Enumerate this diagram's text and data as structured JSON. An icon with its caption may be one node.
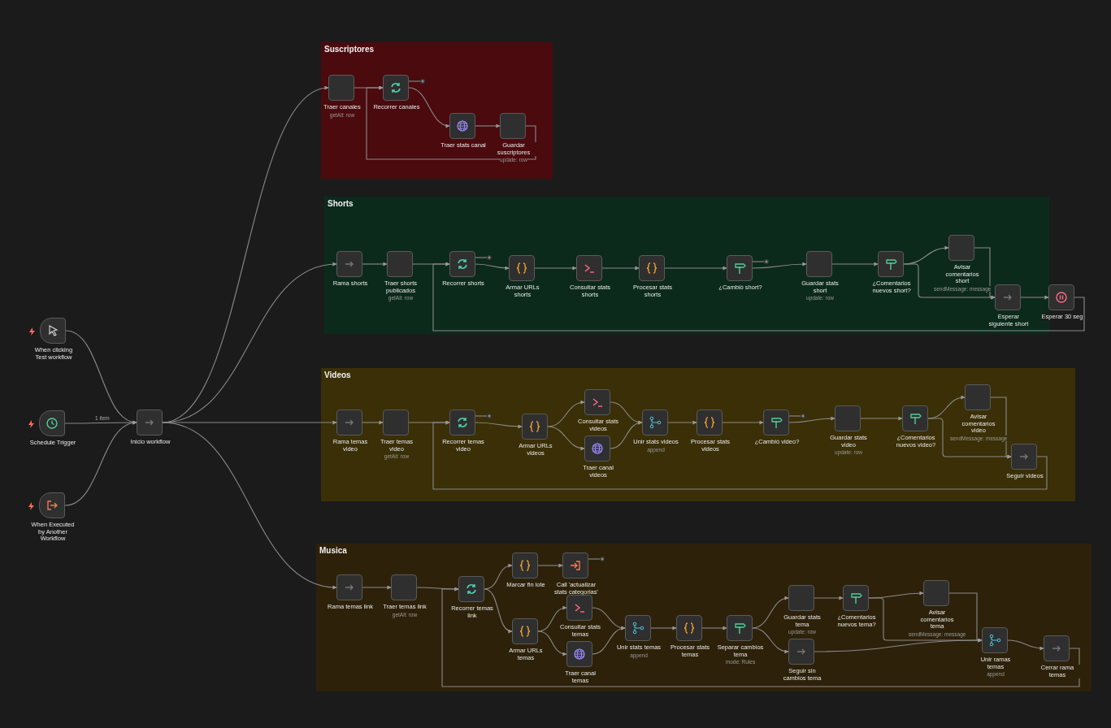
{
  "diagram": {
    "nodes": [
      {
        "text": [
          "Suscriptores"
        ]
      },
      {
        "text": [
          "Shorts"
        ]
      },
      {
        "text": [
          "Videos"
        ]
      },
      {
        "text": [
          "Musica"
        ]
      },
      {
        "text": [
          "When clicking Test workflow"
        ]
      },
      {
        "text": [
          "Schedule Trigger"
        ]
      },
      {
        "text": [
          "When Executed by Another Workflow"
        ]
      },
      {
        "text": [
          "Inicio workflow"
        ]
      },
      {
        "text": [
          "Traer canales",
          "getAll: row"
        ],
        "in": 0
      },
      {
        "text": [
          "Recorrer canales"
        ],
        "in": 0
      },
      {
        "text": [
          "Traer stats canal"
        ],
        "in": 0
      },
      {
        "text": [
          "Guardar suscriptores",
          "update: row"
        ],
        "in": 0
      },
      {
        "text": [
          "Rama shorts"
        ],
        "in": 1
      },
      {
        "text": [
          "Traer shorts publicados",
          "getAll: row"
        ],
        "in": 1
      },
      {
        "text": [
          "Recorrer shorts"
        ],
        "in": 1
      },
      {
        "text": [
          "Armar URLs shorts"
        ],
        "in": 1
      },
      {
        "text": [
          "Consultar stats shorts"
        ],
        "in": 1
      },
      {
        "text": [
          "Procesar stats shorts"
        ],
        "in": 1
      },
      {
        "text": [
          "¿Cambió short?"
        ],
        "in": 1
      },
      {
        "text": [
          "Guardar stats short",
          "update: row"
        ],
        "in": 1
      },
      {
        "text": [
          "¿Comentarios nuevos short?"
        ],
        "in": 1
      },
      {
        "text": [
          "Avisar comentarios short",
          "sendMessage: message"
        ],
        "in": 1
      },
      {
        "text": [
          "Esperar siguiente short"
        ],
        "in": 1
      },
      {
        "text": [
          "Esperar 30 seg"
        ]
      },
      {
        "text": [
          "Rama temas video"
        ],
        "in": 2
      },
      {
        "text": [
          "Traer temas video",
          "getAll: row"
        ],
        "in": 2
      },
      {
        "text": [
          "Recorrer temas video"
        ],
        "in": 2
      },
      {
        "text": [
          "Armar URLs videos"
        ],
        "in": 2
      },
      {
        "text": [
          "Consultar stats videos"
        ],
        "in": 2
      },
      {
        "text": [
          "Traer canal videos"
        ],
        "in": 2
      },
      {
        "text": [
          "Unir stats videos",
          "append"
        ],
        "in": 2
      },
      {
        "text": [
          "Procesar stats videos"
        ],
        "in": 2
      },
      {
        "text": [
          "¿Cambió video?"
        ],
        "in": 2
      },
      {
        "text": [
          "Guardar stats video",
          "update: row"
        ],
        "in": 2
      },
      {
        "text": [
          "¿Comentarios nuevos video?"
        ],
        "in": 2
      },
      {
        "text": [
          "Avisar comentarios video",
          "sendMessage: message"
        ],
        "in": 2
      },
      {
        "text": [
          "Seguir videos"
        ],
        "in": 2
      },
      {
        "text": [
          "Rama temas link"
        ],
        "in": 3
      },
      {
        "text": [
          "Traer temas link",
          "getAll: row"
        ],
        "in": 3
      },
      {
        "text": [
          "Recorrer temas link"
        ],
        "in": 3
      },
      {
        "text": [
          "Marcar fin lote"
        ],
        "in": 3
      },
      {
        "text": [
          "Call 'actualizar stats categorias'"
        ],
        "in": 3
      },
      {
        "text": [
          "Armar URLs temas"
        ],
        "in": 3
      },
      {
        "text": [
          "Consultar stats temas"
        ],
        "in": 3
      },
      {
        "text": [
          "Traer canal temas"
        ],
        "in": 3
      },
      {
        "text": [
          "Unir stats temas",
          "append"
        ],
        "in": 3
      },
      {
        "text": [
          "Procesar stats temas"
        ],
        "in": 3
      },
      {
        "text": [
          "Separar cambios tema",
          "mode: Rules"
        ],
        "in": 3
      },
      {
        "text": [
          "Guardar stats tema",
          "update: row"
        ],
        "in": 3
      },
      {
        "text": [
          "¿Comentarios nuevos tema?"
        ],
        "in": 3
      },
      {
        "text": [
          "Avisar comentarios tema",
          "sendMessage: message"
        ],
        "in": 3
      },
      {
        "text": [
          "Seguir sin cambios tema"
        ],
        "in": 3
      },
      {
        "text": [
          "Unir ramas temas",
          "append"
        ],
        "in": 3
      },
      {
        "text": [
          "Cerrar rama temas"
        ],
        "in": 3
      }
    ],
    "edges": [
      {
        "from": 4,
        "to": 7,
        "arrow": "to"
      },
      {
        "from": 5,
        "to": 7,
        "arrow": "to",
        "label": "1 item"
      },
      {
        "from": 6,
        "to": 7,
        "arrow": "to"
      },
      {
        "from": 7,
        "to": 8,
        "arrow": "to"
      },
      {
        "from": 7,
        "to": 12,
        "arrow": "to"
      },
      {
        "from": 7,
        "to": 24,
        "arrow": "to"
      },
      {
        "from": 7,
        "to": 37,
        "arrow": "to"
      },
      {
        "from": 8,
        "to": 9,
        "arrow": "to"
      },
      {
        "from": 9,
        "to": 10,
        "arrow": "to"
      },
      {
        "from": 10,
        "to": 11,
        "arrow": "to"
      },
      {
        "from": 11,
        "to": 9,
        "arrow": "to"
      },
      {
        "from": 9,
        "to": null,
        "arrow": "none"
      },
      {
        "from": 12,
        "to": 13,
        "arrow": "to"
      },
      {
        "from": 13,
        "to": 14,
        "arrow": "to"
      },
      {
        "from": 14,
        "to": 15,
        "arrow": "to"
      },
      {
        "from": 15,
        "to": 16,
        "arrow": "to"
      },
      {
        "from": 16,
        "to": 17,
        "arrow": "to"
      },
      {
        "from": 17,
        "to": 18,
        "arrow": "to"
      },
      {
        "from": 18,
        "to": 19,
        "arrow": "to"
      },
      {
        "from": 19,
        "to": 20,
        "arrow": "to"
      },
      {
        "from": 20,
        "to": 21,
        "arrow": "to"
      },
      {
        "from": 20,
        "to": 22,
        "arrow": "to"
      },
      {
        "from": 21,
        "to": 22,
        "arrow": "to"
      },
      {
        "from": 22,
        "to": 23,
        "arrow": "to"
      },
      {
        "from": 23,
        "to": 14,
        "arrow": "to"
      },
      {
        "from": 14,
        "to": null,
        "arrow": "none"
      },
      {
        "from": 18,
        "to": null,
        "arrow": "none"
      },
      {
        "from": 24,
        "to": 25,
        "arrow": "to"
      },
      {
        "from": 25,
        "to": 26,
        "arrow": "to"
      },
      {
        "from": 26,
        "to": 27,
        "arrow": "to"
      },
      {
        "from": 27,
        "to": 28,
        "arrow": "to"
      },
      {
        "from": 27,
        "to": 29,
        "arrow": "to"
      },
      {
        "from": 28,
        "to": 30,
        "arrow": "to"
      },
      {
        "from": 29,
        "to": 30,
        "arrow": "to"
      },
      {
        "from": 30,
        "to": 31,
        "arrow": "to"
      },
      {
        "from": 31,
        "to": 32,
        "arrow": "to"
      },
      {
        "from": 32,
        "to": 33,
        "arrow": "to"
      },
      {
        "from": 33,
        "to": 34,
        "arrow": "to"
      },
      {
        "from": 34,
        "to": 35,
        "arrow": "to"
      },
      {
        "from": 34,
        "to": 36,
        "arrow": "to"
      },
      {
        "from": 35,
        "to": 36,
        "arrow": "to"
      },
      {
        "from": 36,
        "to": 26,
        "arrow": "to"
      },
      {
        "from": 26,
        "to": null,
        "arrow": "none"
      },
      {
        "from": 32,
        "to": null,
        "arrow": "none"
      },
      {
        "from": 37,
        "to": 38,
        "arrow": "to"
      },
      {
        "from": 38,
        "to": 39,
        "arrow": "to"
      },
      {
        "from": 39,
        "to": 40,
        "arrow": "to"
      },
      {
        "from": 40,
        "to": 41,
        "arrow": "to"
      },
      {
        "from": 39,
        "to": 42,
        "arrow": "to"
      },
      {
        "from": 42,
        "to": 43,
        "arrow": "to"
      },
      {
        "from": 42,
        "to": 44,
        "arrow": "to"
      },
      {
        "from": 43,
        "to": 45,
        "arrow": "to"
      },
      {
        "from": 44,
        "to": 45,
        "arrow": "to"
      },
      {
        "from": 45,
        "to": 46,
        "arrow": "to"
      },
      {
        "from": 46,
        "to": 47,
        "arrow": "to"
      },
      {
        "from": 47,
        "to": 48,
        "arrow": "to"
      },
      {
        "from": 47,
        "to": 51,
        "arrow": "to"
      },
      {
        "from": 48,
        "to": 49,
        "arrow": "to"
      },
      {
        "from": 49,
        "to": 50,
        "arrow": "to"
      },
      {
        "from": 49,
        "to": 52,
        "arrow": "to"
      },
      {
        "from": 50,
        "to": 52,
        "arrow": "to"
      },
      {
        "from": 51,
        "to": 52,
        "arrow": "to"
      },
      {
        "from": 52,
        "to": 53,
        "arrow": "to"
      },
      {
        "from": 53,
        "to": 39,
        "arrow": "to"
      },
      {
        "from": 41,
        "to": null,
        "arrow": "none"
      }
    ]
  }
}
